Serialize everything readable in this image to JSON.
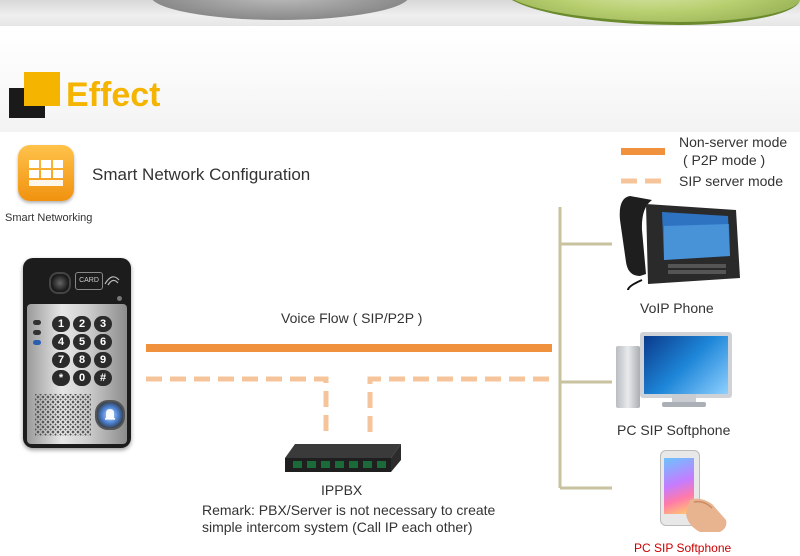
{
  "section_title": "Effect",
  "app_icon": {
    "icon": "grid-icon",
    "caption": "Smart Networking"
  },
  "heading": "Smart Network Configuration",
  "legend": [
    {
      "line1": "Non-server mode",
      "line2": "( P2P mode )",
      "style": "solid"
    },
    {
      "line1": "SIP server mode",
      "style": "dashed"
    }
  ],
  "voice_flow_label": "Voice Flow ( SIP/P2P )",
  "devices": [
    {
      "label": "VoIP Phone"
    },
    {
      "label": "PC SIP Softphone"
    },
    {
      "label": "PC SIP Softphone"
    }
  ],
  "ippbx_label": "IPPBX",
  "remark": {
    "line1": "Remark: PBX/Server is not necessary to create",
    "line2": "simple intercom system (Call IP each other)"
  },
  "keypad": [
    "1",
    "2",
    "3",
    "4",
    "5",
    "6",
    "7",
    "8",
    "9",
    "*",
    "0",
    "#"
  ],
  "reader_text": "CARD",
  "colors": {
    "accent": "#f5b400",
    "orange_line": "#f0913d",
    "dashed_line": "#f6c49a",
    "bus_line": "#c9c29f",
    "red_label": "#cc0000"
  }
}
